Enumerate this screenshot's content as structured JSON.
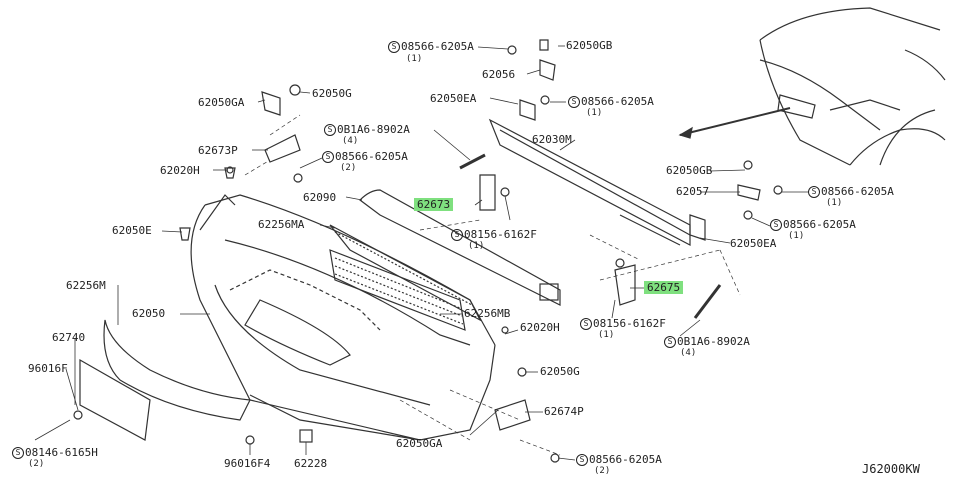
{
  "diagram": {
    "code": "J62000KW",
    "labels": {
      "l1": "08566-6205A",
      "q1": "(1)",
      "l2": "62050GB",
      "l3": "62056",
      "l4": "62050GA",
      "l5": "62050G",
      "l6": "62050EA",
      "l7": "08566-6205A",
      "q7": "(1)",
      "l8": "0B1A6-8902A",
      "q8": "(4)",
      "l9": "62030M",
      "l10": "62673P",
      "l11": "08566-6205A",
      "q11": "(2)",
      "l12": "62020H",
      "l13": "62090",
      "l14": "62673",
      "l15": "08156-6162F",
      "q15": "(1)",
      "l16": "62050GB",
      "l17": "62057",
      "l18": "08566-6205A",
      "q18": "(1)",
      "l19": "08566-6205A",
      "q19": "(1)",
      "l20": "62050E",
      "l21": "62256MA",
      "l22": "62050EA",
      "l23": "62256M",
      "l24": "62050",
      "l25": "62256MB",
      "l26": "62675",
      "l27": "08156-6162F",
      "q27": "(1)",
      "l28": "0B1A6-8902A",
      "q28": "(4)",
      "l29": "62020H",
      "l30": "62740",
      "l31": "96016F",
      "l32": "62050G",
      "l33": "62674P",
      "l34": "08146-6165H",
      "q34": "(2)",
      "l35": "62050GA",
      "l36": "96016F4",
      "l37": "62228",
      "l38": "08566-6205A",
      "q38": "(2)"
    },
    "bolt_symbol": "S",
    "highlight_color": "#7fe07f"
  }
}
